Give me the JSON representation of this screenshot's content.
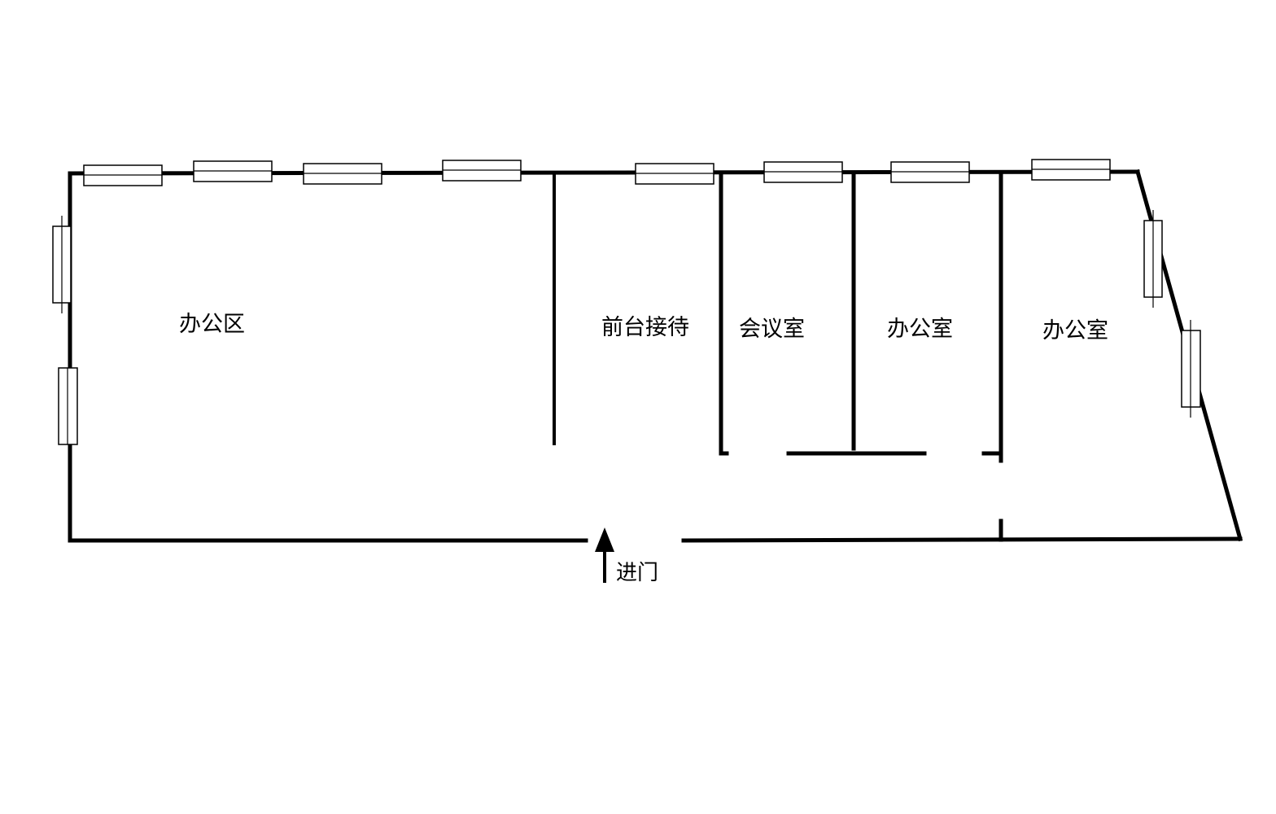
{
  "rooms": [
    {
      "id": "office-area",
      "label": "办公区"
    },
    {
      "id": "reception",
      "label": "前台接待"
    },
    {
      "id": "meeting-room",
      "label": "会议室"
    },
    {
      "id": "office-1",
      "label": "办公室"
    },
    {
      "id": "office-2",
      "label": "办公室"
    }
  ],
  "entrance": {
    "label": "进门"
  },
  "colors": {
    "wall": "#000000",
    "background": "#ffffff"
  }
}
